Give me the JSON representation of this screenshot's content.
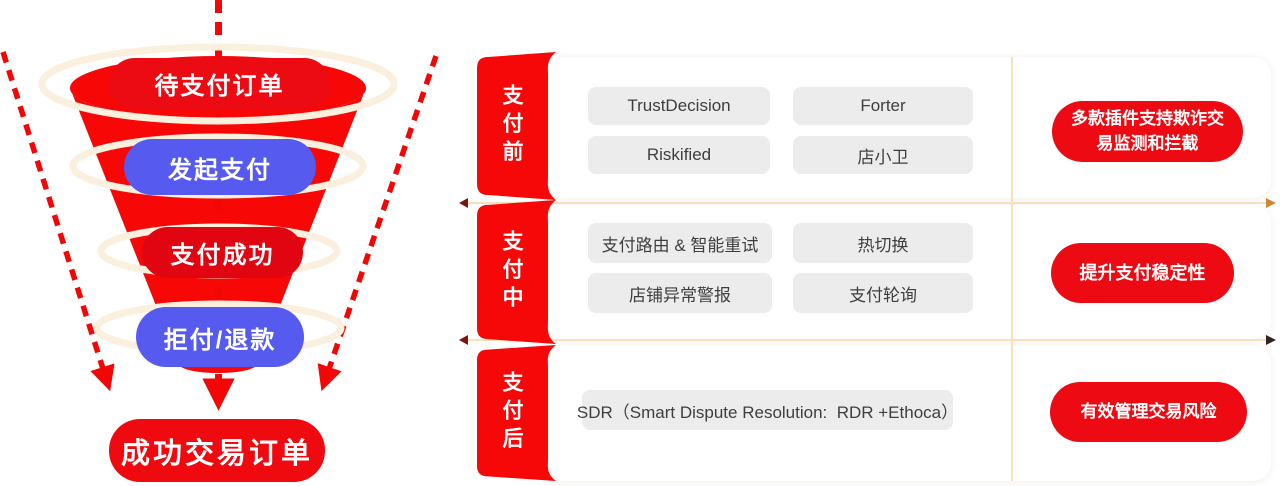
{
  "funnel": {
    "stages": [
      {
        "label": "待支付订单",
        "type": "red"
      },
      {
        "label": "发起支付",
        "type": "blue"
      },
      {
        "label": "支付成功",
        "type": "red"
      },
      {
        "label": "拒付/退款",
        "type": "blue"
      }
    ],
    "result": "成功交易订单"
  },
  "stages_panel": {
    "rows": [
      {
        "stage_label": "支付前",
        "plugins": [
          "TrustDecision",
          "Forter",
          "Riskified",
          "店小卫"
        ],
        "benefit": "多款插件支持欺诈交易监测和拦截"
      },
      {
        "stage_label": "支付中",
        "plugins": [
          "支付路由 & 智能重试",
          "热切换",
          "店铺异常警报",
          "支付轮询"
        ],
        "benefit": "提升支付稳定性"
      },
      {
        "stage_label": "支付后",
        "plugins": [
          "SDR（Smart Dispute Resolution:  RDR +Ethoca）"
        ],
        "benefit": "有效管理交易风险"
      }
    ]
  },
  "colors": {
    "funnel_red": "#f80707",
    "pill_red": "#ec0a13",
    "pill_blue": "#565aef",
    "annotation_red": "#ee0a12",
    "gray_pill": "#ececec",
    "ring_cream": "#fbf0dd",
    "guide_beige": "#f5e2bc"
  }
}
